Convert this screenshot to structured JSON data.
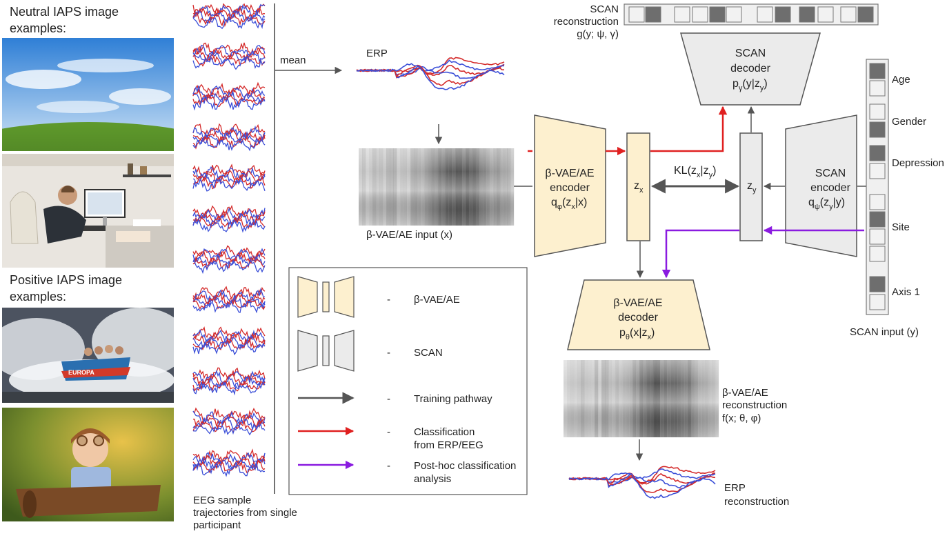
{
  "left_panel": {
    "neutral_title_line1": "Neutral IAPS image",
    "neutral_title_line2": "examples:",
    "positive_title_line1": "Positive IAPS image",
    "positive_title_line2": "examples:",
    "photos": [
      "sky-field-photo",
      "office-worker-photo",
      "water-ride-photo",
      "aviator-baby-photo"
    ]
  },
  "eeg": {
    "caption_line1": "EEG sample",
    "caption_line2": "trajectories from single",
    "caption_line3": "participant",
    "mean_label": "mean",
    "trace_colors": {
      "red": "#d42a2a",
      "blue": "#3b4fd8"
    }
  },
  "erp": {
    "label": "ERP",
    "input_caption": "β-VAE/AE input (x)",
    "reconstruction_line1": "ERP",
    "reconstruction_line2": "reconstruction"
  },
  "encoder": {
    "line1": "β-VAE/AE",
    "line2": "encoder",
    "q": "q",
    "q_sub": "φ",
    "q_arg": "(z",
    "q_arg_sub": "x",
    "q_end": "|x)"
  },
  "zx": {
    "z": "z",
    "sub": "x"
  },
  "zy": {
    "z": "z",
    "sub": "y"
  },
  "kl": {
    "text": "KL(z",
    "sub1": "x",
    "mid": "|z",
    "sub2": "y",
    "end": ")"
  },
  "decoder": {
    "line1": "β-VAE/AE",
    "line2": "decoder",
    "p": "p",
    "p_sub": "θ",
    "p_arg": "(x|z",
    "p_arg_sub": "x",
    "p_end": ")"
  },
  "reconstruction_text": {
    "line1": "β-VAE/AE",
    "line2": "reconstruction",
    "line3": "f(x; θ, φ)"
  },
  "scan_decoder": {
    "line1": "SCAN",
    "line2": "decoder",
    "p": "p",
    "p_sub": "γ",
    "p_arg": "(y|z",
    "p_arg_sub": "y",
    "p_end": ")"
  },
  "scan_encoder": {
    "line1": "SCAN",
    "line2": "encoder",
    "q": "q",
    "q_sub": "ψ",
    "q_arg": "(z",
    "q_arg_sub": "y",
    "q_end": "|y)"
  },
  "scan_reconstruction": {
    "line1": "SCAN",
    "line2": "reconstruction",
    "line3": "g(y; ψ, γ)",
    "cells": [
      0,
      1,
      0,
      0,
      1,
      0,
      0,
      1,
      1,
      0,
      0,
      1
    ]
  },
  "scan_input": {
    "caption": "SCAN input (y)",
    "labels": [
      "Age",
      "Gender",
      "Depression",
      "Site",
      "Axis 1"
    ],
    "cells": [
      1,
      0,
      0,
      1,
      1,
      0,
      0,
      1,
      0,
      0,
      1,
      0
    ]
  },
  "legend": {
    "vae_label": "β-VAE/AE",
    "scan_label": "SCAN",
    "training_label": "Training pathway",
    "classification_line1": "Classification",
    "classification_line2": "from ERP/EEG",
    "posthoc_line1": "Post-hoc classification",
    "posthoc_line2": "analysis",
    "dash": "-"
  },
  "colors": {
    "vae_fill": "#fdf0cf",
    "vae_stroke": "#555555",
    "scan_fill": "#ebebeb",
    "training_arrow": "#555555",
    "classification_arrow": "#e02020",
    "posthoc_arrow": "#8a1be0",
    "cell_filled": "#6e6e6e",
    "cell_empty": "#f2f2f2"
  }
}
